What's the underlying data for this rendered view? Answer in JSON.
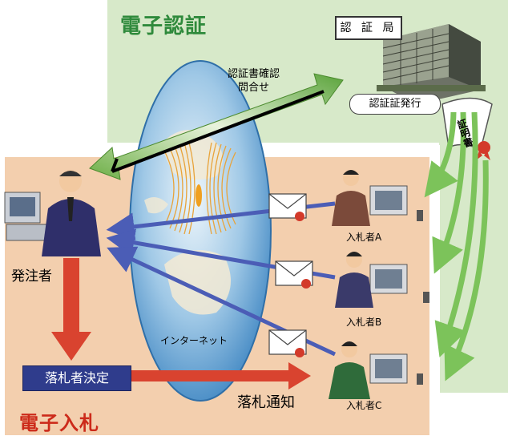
{
  "sections": {
    "certification_title": "電子認証",
    "bidding_title": "電子入札"
  },
  "labels": {
    "certificate_authority": "認 証 局",
    "certificate_issue": "認証証発行",
    "certificate_query_line1": "認証書確認",
    "certificate_query_line2": "問合せ",
    "certificate_document": "証明書",
    "orderer": "発注者",
    "winner_decision": "落札者決定",
    "award_notice": "落札通知",
    "internet": "インターネット"
  },
  "bidders": [
    {
      "label": "入札者A"
    },
    {
      "label": "入札者B"
    },
    {
      "label": "入札者C"
    }
  ],
  "colors": {
    "certification_zone": "#d7e9c9",
    "bidding_zone": "#f3cfae",
    "cert_arrow": "#8cc56c",
    "bid_arrow": "#4b5db6",
    "flow_arrow": "#d9432f",
    "winner_box": "#2f3c8c"
  }
}
